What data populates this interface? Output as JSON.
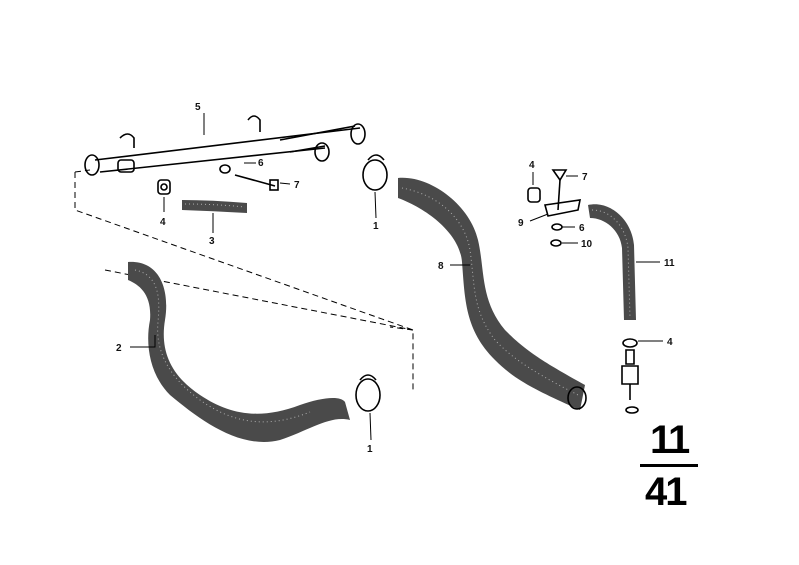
{
  "callouts": {
    "c1a": "1",
    "c1b": "1",
    "c2": "2",
    "c3": "3",
    "c4a": "4",
    "c4b": "4",
    "c4c": "4",
    "c5": "5",
    "c6a": "6",
    "c6b": "6",
    "c7a": "7",
    "c7b": "7",
    "c8": "8",
    "c9": "9",
    "c10": "10",
    "c11": "11"
  },
  "page_number": {
    "top": "11",
    "bottom": "41"
  },
  "colors": {
    "ink": "#000000",
    "hose": "#4a4a4a",
    "background": "#ffffff"
  }
}
